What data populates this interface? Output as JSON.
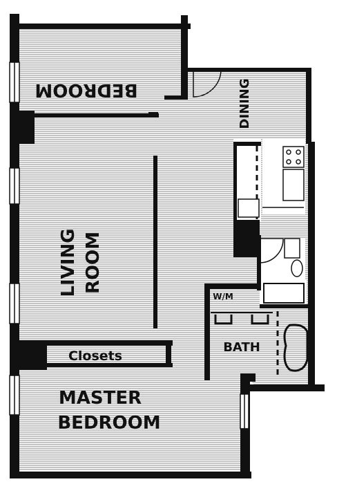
{
  "plan": {
    "colors": {
      "wall": "#111111",
      "hatch": "#8a8a8a",
      "paper": "#ffffff"
    },
    "rooms": {
      "bedroom": "BEDROOM",
      "dining": "DINING",
      "living_room_1": "LIVING",
      "living_room_2": "ROOM",
      "closets": "Closets",
      "washer_dryer": "W/M",
      "bath": "BATH",
      "master_bedroom_1": "MASTER",
      "master_bedroom_2": "BEDROOM"
    }
  }
}
